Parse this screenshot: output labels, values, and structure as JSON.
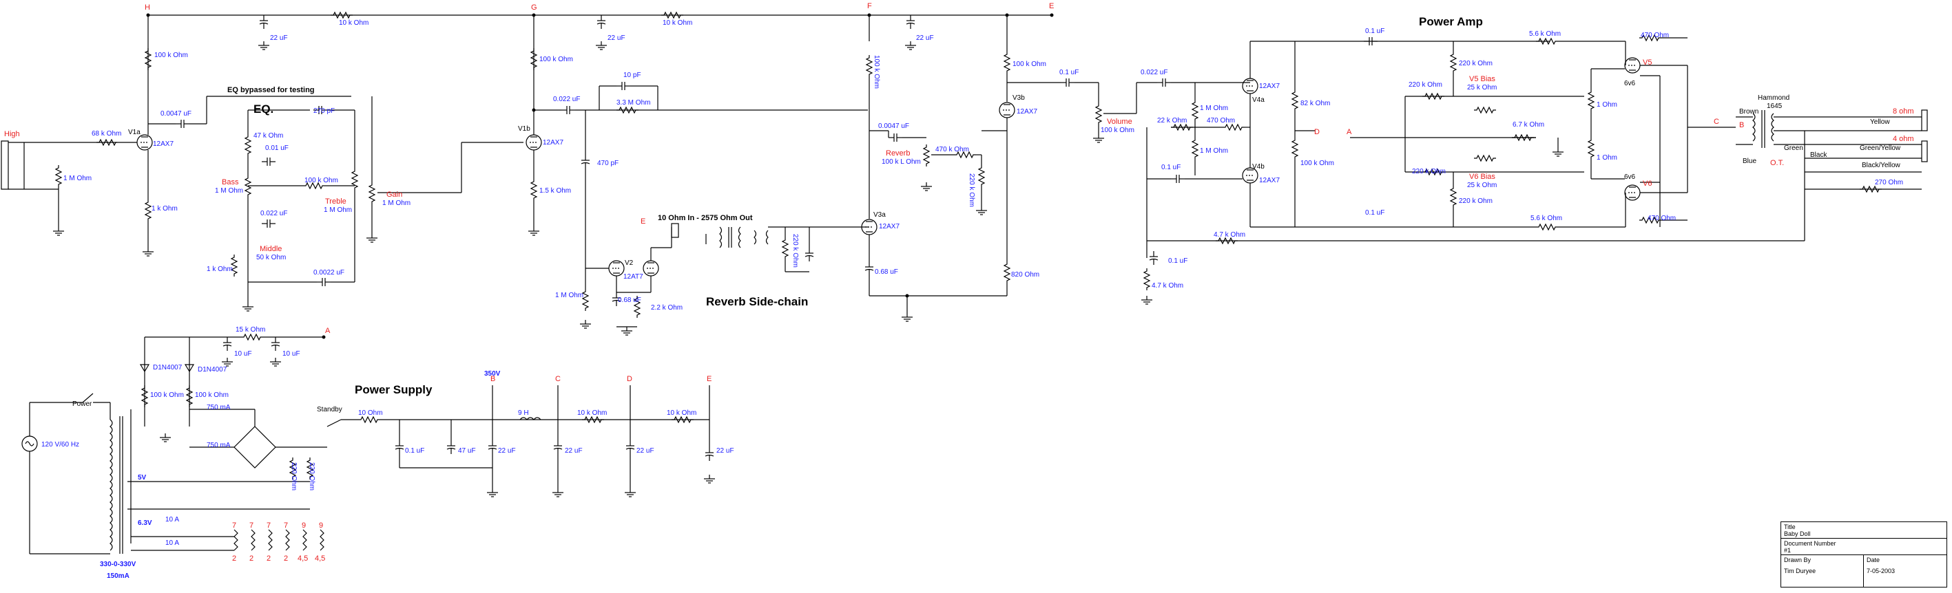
{
  "sections": {
    "power_amp": "Power Amp",
    "eq": "EQ.",
    "eq_note": "EQ bypassed for testing",
    "power_supply": "Power Supply",
    "reverb": "Reverb Side-chain",
    "reverb_transformer": "10 Ohm In - 2575 Ohm Out"
  },
  "nodes": {
    "H": "H",
    "G": "G",
    "F": "F",
    "E": "E",
    "A": "A",
    "B": "B",
    "C": "C",
    "D": "D"
  },
  "tubes": {
    "v1a": "V1a",
    "v1b": "V1b",
    "v2": "V2",
    "v3a": "V3a",
    "v3b": "V3b",
    "v4a": "V4a",
    "v4b": "V4b",
    "v1a_type": "12AX7",
    "v1b_type": "12AX7",
    "v2_type": "12AT7",
    "v3a_type": "12AX7",
    "v3b_type": "12AX7",
    "v4a_type": "12AX7",
    "v4b_type": "12AX7",
    "v5": "V5",
    "v6": "V6",
    "v5_type": "6v6",
    "v6_type": "6v6"
  },
  "preamp": {
    "input": "High",
    "r_in": "68 k Ohm",
    "r_grid": "1 M Ohm",
    "r_cath_v1a": "1 k Ohm",
    "r_plate_v1a": "100 k Ohm",
    "r_top_1": "10 k Ohm",
    "r_top_2": "10 k Ohm",
    "c_top_h": "22 uF",
    "c_top_g": "22 uF",
    "c_top_f": "22 uF",
    "c_coupling_1": "0.0047 uF",
    "c_eq_top": "270 pF",
    "r_eq_1": "47 k Ohm",
    "c_eq_1": "0.01 uF",
    "bass": "Bass",
    "bass_val": "1 M Ohm",
    "r_eq_mid": "100 k Ohm",
    "treble": "Treble",
    "treble_val": "1 M Ohm",
    "c_eq_2": "0.022 uF",
    "middle": "Middle",
    "middle_val": "50 k Ohm",
    "r_eq_bot": "1 k Ohm",
    "c_eq_3": "0.0022 uF",
    "gain": "Gain",
    "gain_val": "1 M Ohm",
    "r_plate_v1b": "100 k Ohm",
    "r_cath_v1b": "1.5 k Ohm",
    "c_coupling_2": "0.022 uF",
    "c_bright": "10 pF",
    "r_mixer": "3.3 M Ohm",
    "c_470pf": "470 pF",
    "r_1meg_bot": "1 M Ohm",
    "c_v2": "0.68 uF",
    "r_v2": "2.2 k Ohm",
    "r_220k_tx": "220 k Ohm",
    "r_plate_v3a": "100 k Ohm",
    "c_v3a": "0.0047 uF",
    "reverb": "Reverb",
    "reverb_val": "100 k L Ohm",
    "r_470k": "470 k Ohm",
    "r_220k_v3": "220 k Ohm",
    "c_v3a_cath": "0.68 uF",
    "r_820": "820 Ohm",
    "r_plate_v3b": "100 k Ohm",
    "c_01": "0.1 uF",
    "volume": "Volume",
    "volume_val": "100 k Ohm"
  },
  "power_amp": {
    "c_in": "0.022 uF",
    "r_1meg_a": "1 M Ohm",
    "r_22k": "22 k Ohm",
    "r_470": "470 Ohm",
    "r_1meg_b": "1 M Ohm",
    "c_01_a": "0.1 uF",
    "r_82k": "82 k Ohm",
    "r_100k": "100 k Ohm",
    "c_01_top": "0.1 uF",
    "c_01_bot": "0.1 uF",
    "r_220k_t": "220 k Ohm",
    "r_220k_a": "220 k Ohm",
    "v5_bias": "V5 Bias",
    "v5_bias_val": "25 k Ohm",
    "r_220k_b": "220 k Ohm",
    "v6_bias": "V6 Bias",
    "v6_bias_val": "25 k Ohm",
    "r_220k_bot": "220 k Ohm",
    "r_67k": "6.7 k Ohm",
    "r_56k_t": "5.6 k Ohm",
    "r_56k_b": "5.6 k Ohm",
    "r_1ohm_a": "1 Ohm",
    "r_1ohm_b": "1 Ohm",
    "r_470_t": "470 Ohm",
    "r_470_b": "470 Ohm",
    "r_47k_fb": "4.7 k Ohm",
    "c_01_fb": "0.1 uF",
    "r_47k_gnd": "4.7 k Ohm",
    "ot": "Hammond",
    "ot_model": "1645",
    "ot_label": "O.T.",
    "brown": "Brown",
    "blue": "Blue",
    "green": "Green",
    "black": "Black",
    "yellow": "Yellow",
    "green_yellow": "Green/Yellow",
    "black_yellow": "Black/Yellow",
    "spk_8": "8 ohm",
    "spk_4": "4 ohm",
    "r_270": "270 Ohm"
  },
  "power_supply": {
    "power": "Power",
    "mains": "120 V/60 Hz",
    "diode_1": "D1N4007",
    "diode_2": "D1N4007",
    "r_100k_1": "100 k Ohm",
    "r_100k_2": "100 k Ohm",
    "r_15k": "15 k Ohm",
    "c_10_1": "10 uF",
    "c_10_2": "10 uF",
    "fuse_750_1": "750 mA",
    "fuse_750_2": "750 mA",
    "standby": "Standby",
    "v5": "5V",
    "r_220_1": "220 Ohm",
    "r_220_2": "220 Ohm",
    "v63": "6.3V",
    "a10_1": "10 A",
    "a10_2": "10 A",
    "tx_1": "330-0-330V",
    "tx_2": "150mA",
    "r_10ohm": "10 Ohm",
    "c_01": "0.1 uF",
    "c_47": "47 uF",
    "c_22_b": "22 uF",
    "b_volt": "350V",
    "choke": "9 H",
    "c_22_c": "22 uF",
    "r_10k_c": "10 k Ohm",
    "c_22_d": "22 uF",
    "r_10k_d": "10 k Ohm",
    "c_22_e": "22 uF",
    "pins_top": [
      "7",
      "7",
      "7",
      "7",
      "9",
      "9"
    ],
    "pins_bot": [
      "2",
      "2",
      "2",
      "2",
      "4,5",
      "4,5"
    ]
  },
  "title_block": {
    "title_label": "Title",
    "title": "Baby Doll",
    "doc_label": "Document Number",
    "doc": "#1",
    "drawn_label": "Drawn By",
    "drawn": "Tim Duryee",
    "date_label": "Date",
    "date": "7-05-2003"
  }
}
